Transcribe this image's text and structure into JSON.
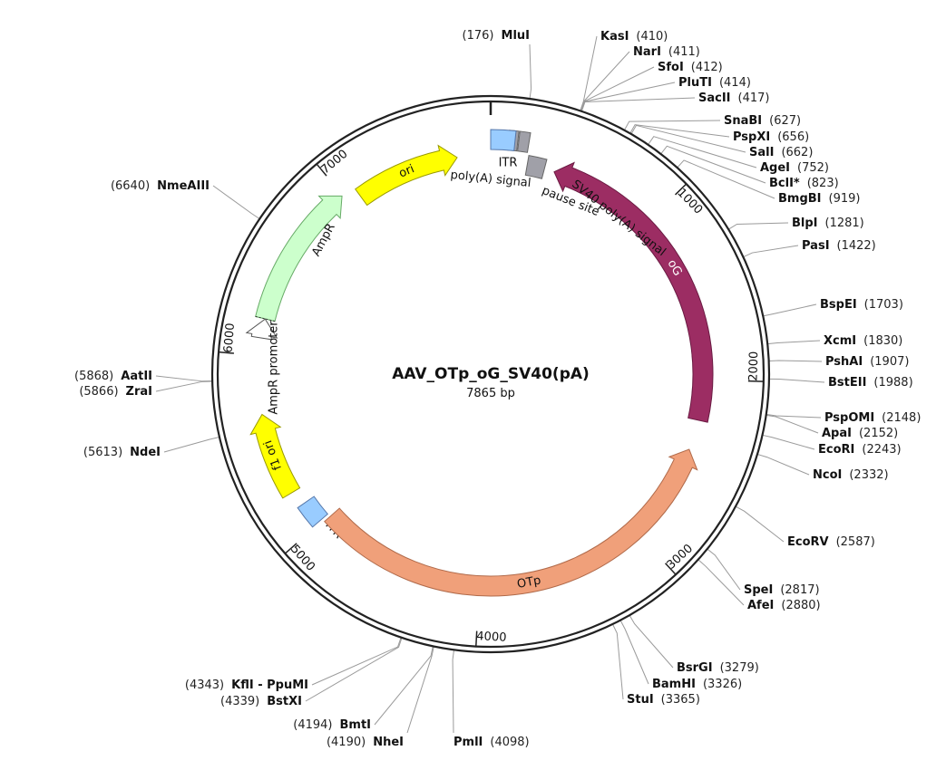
{
  "plasmid": {
    "name": "AAV_OTp_oG_SV40(pA)",
    "size_label": "7865 bp",
    "length": 7865
  },
  "ticks": [
    {
      "pos": 1000,
      "label": "1000"
    },
    {
      "pos": 2000,
      "label": "2000"
    },
    {
      "pos": 3000,
      "label": "3000"
    },
    {
      "pos": 4000,
      "label": "4000"
    },
    {
      "pos": 5000,
      "label": "5000"
    },
    {
      "pos": 6000,
      "label": "6000"
    },
    {
      "pos": 7000,
      "label": "7000"
    }
  ],
  "features": [
    {
      "id": "ori",
      "label": "ori",
      "start": 7075,
      "end": 7673,
      "dir": 1,
      "color": "#ffff00",
      "stroke": "#999900",
      "label_inside": true
    },
    {
      "id": "ampr",
      "label": "AmpR",
      "start": 6200,
      "end": 6995,
      "dir": 1,
      "color": "#ccffcc",
      "stroke": "#66aa66",
      "label_inside": false
    },
    {
      "id": "ampr-promoter",
      "label": "AmpR promoter",
      "start": 6095,
      "end": 6199,
      "dir": 1,
      "color": "#ffffff",
      "stroke": "#555555",
      "label_inside": false
    },
    {
      "id": "f1-ori",
      "label": "f1 ori",
      "start": 5225,
      "end": 5680,
      "dir": 1,
      "color": "#ffff00",
      "stroke": "#999900",
      "label_inside": true
    },
    {
      "id": "itr-left",
      "label": "ITR",
      "start": 5010,
      "end": 5140,
      "dir": 0,
      "color": "#99ccff",
      "stroke": "#5577aa",
      "label_inside": false
    },
    {
      "id": "otp",
      "label": "OTp",
      "start": 2420,
      "end": 4990,
      "dir": -1,
      "color": "#f0a07a",
      "stroke": "#b06a4a",
      "label_inside": true
    },
    {
      "id": "og",
      "label": "oG",
      "start": 380,
      "end": 2240,
      "dir": -1,
      "color": "#9c2d63",
      "stroke": "#6a1a42",
      "label_inside": true
    },
    {
      "id": "sv40-pa",
      "label": "SV40 poly(A) signal",
      "start": 216,
      "end": 320,
      "dir": 0,
      "color": "#a0a0a8",
      "stroke": "#666",
      "label_inside": false
    },
    {
      "id": "pause-site",
      "label": "pause site",
      "start": 150,
      "end": 205,
      "dir": 0,
      "color": "#a0a0a8",
      "stroke": "#666",
      "label_inside": false
    },
    {
      "id": "polya-signal",
      "label": "poly(A) signal",
      "start": 96,
      "end": 145,
      "dir": 0,
      "color": "#a0a0a8",
      "stroke": "#666",
      "label_inside": false
    },
    {
      "id": "itr-right",
      "label": "ITR",
      "start": 0,
      "end": 130,
      "dir": 0,
      "color": "#99ccff",
      "stroke": "#5577aa",
      "label_inside": false
    }
  ],
  "sites": [
    {
      "name": "MluI",
      "pos": 176,
      "pos_label": "(176)",
      "side": "left"
    },
    {
      "name": "KasI",
      "pos": 410,
      "pos_label": "(410)",
      "side": "right"
    },
    {
      "name": "NarI",
      "pos": 411,
      "pos_label": "(411)",
      "side": "right"
    },
    {
      "name": "SfoI",
      "pos": 412,
      "pos_label": "(412)",
      "side": "right"
    },
    {
      "name": "PluTI",
      "pos": 414,
      "pos_label": "(414)",
      "side": "right"
    },
    {
      "name": "SacII",
      "pos": 417,
      "pos_label": "(417)",
      "side": "right"
    },
    {
      "name": "SnaBI",
      "pos": 627,
      "pos_label": "(627)",
      "side": "right"
    },
    {
      "name": "PspXI",
      "pos": 656,
      "pos_label": "(656)",
      "side": "right"
    },
    {
      "name": "SalI",
      "pos": 662,
      "pos_label": "(662)",
      "side": "right"
    },
    {
      "name": "AgeI",
      "pos": 752,
      "pos_label": "(752)",
      "side": "right"
    },
    {
      "name": "BclI*",
      "pos": 823,
      "pos_label": "(823)",
      "side": "right"
    },
    {
      "name": "BmgBI",
      "pos": 919,
      "pos_label": "(919)",
      "side": "right"
    },
    {
      "name": "BlpI",
      "pos": 1281,
      "pos_label": "(1281)",
      "side": "right"
    },
    {
      "name": "PasI",
      "pos": 1422,
      "pos_label": "(1422)",
      "side": "right"
    },
    {
      "name": "BspEI",
      "pos": 1703,
      "pos_label": "(1703)",
      "side": "right"
    },
    {
      "name": "XcmI",
      "pos": 1830,
      "pos_label": "(1830)",
      "side": "right"
    },
    {
      "name": "PshAI",
      "pos": 1907,
      "pos_label": "(1907)",
      "side": "right"
    },
    {
      "name": "BstEII",
      "pos": 1988,
      "pos_label": "(1988)",
      "side": "right"
    },
    {
      "name": "PspOMI",
      "pos": 2148,
      "pos_label": "(2148)",
      "side": "right"
    },
    {
      "name": "ApaI",
      "pos": 2152,
      "pos_label": "(2152)",
      "side": "right"
    },
    {
      "name": "EcoRI",
      "pos": 2243,
      "pos_label": "(2243)",
      "side": "right"
    },
    {
      "name": "NcoI",
      "pos": 2332,
      "pos_label": "(2332)",
      "side": "right"
    },
    {
      "name": "EcoRV",
      "pos": 2587,
      "pos_label": "(2587)",
      "side": "right"
    },
    {
      "name": "SpeI",
      "pos": 2817,
      "pos_label": "(2817)",
      "side": "right"
    },
    {
      "name": "AfeI",
      "pos": 2880,
      "pos_label": "(2880)",
      "side": "right"
    },
    {
      "name": "BsrGI",
      "pos": 3279,
      "pos_label": "(3279)",
      "side": "right"
    },
    {
      "name": "BamHI",
      "pos": 3326,
      "pos_label": "(3326)",
      "side": "right"
    },
    {
      "name": "StuI",
      "pos": 3365,
      "pos_label": "(3365)",
      "side": "right"
    },
    {
      "name": "PmlI",
      "pos": 4098,
      "pos_label": "(4098)",
      "side": "right"
    },
    {
      "name": "NheI",
      "pos": 4190,
      "pos_label": "(4190)",
      "side": "left"
    },
    {
      "name": "BmtI",
      "pos": 4194,
      "pos_label": "(4194)",
      "side": "left"
    },
    {
      "name": "BstXI",
      "pos": 4339,
      "pos_label": "(4339)",
      "side": "left"
    },
    {
      "name": "KflI - PpuMI",
      "pos": 4343,
      "pos_label": "(4343)",
      "side": "left"
    },
    {
      "name": "NdeI",
      "pos": 5613,
      "pos_label": "(5613)",
      "side": "left"
    },
    {
      "name": "ZraI",
      "pos": 5866,
      "pos_label": "(5866)",
      "side": "left"
    },
    {
      "name": "AatII",
      "pos": 5868,
      "pos_label": "(5868)",
      "side": "left"
    },
    {
      "name": "NmeAIII",
      "pos": 6640,
      "pos_label": "(6640)",
      "side": "left"
    }
  ]
}
